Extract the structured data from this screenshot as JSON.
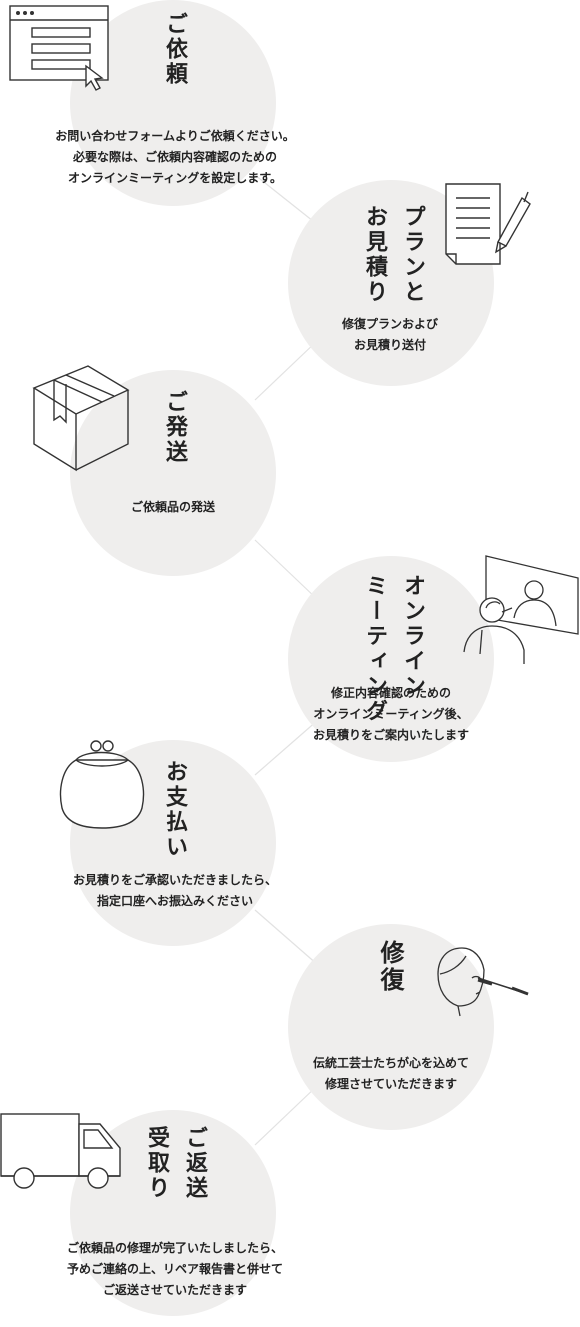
{
  "steps": [
    {
      "id": "request",
      "title": "ご依頼",
      "desc_lines": [
        "お問い合わせフォームよりご依頼ください。",
        "必要な際は、ご依頼内容確認のための",
        "オンラインミーティングを設定します。"
      ],
      "icon": "browser-form-icon"
    },
    {
      "id": "plan",
      "title_col1": "プランと",
      "title_col2": "お見積り",
      "desc_lines": [
        "修復プランおよび",
        "お見積り送付"
      ],
      "icon": "document-pen-icon"
    },
    {
      "id": "ship",
      "title": "ご発送",
      "desc_lines": [
        "ご依頼品の発送"
      ],
      "icon": "box-icon"
    },
    {
      "id": "meeting",
      "title_col1": "オンライン",
      "title_col2": "ミーティング",
      "desc_lines": [
        "修正内容確認のための",
        "オンラインミーティング後、",
        "お見積りをご案内いたします"
      ],
      "icon": "online-meeting-icon"
    },
    {
      "id": "payment",
      "title": "お支払い",
      "desc_lines": [
        "お見積りをご承認いただきましたら、",
        "指定口座へお振込みください"
      ],
      "icon": "coin-purse-icon"
    },
    {
      "id": "repair",
      "title": "修復",
      "desc_lines": [
        "伝統工芸士たちが心を込めて",
        "修理させていただきます"
      ],
      "icon": "doll-face-brush-icon"
    },
    {
      "id": "return",
      "title_col1": "ご返送",
      "title_col2": "受取り",
      "desc_lines": [
        "ご依頼品の修理が完了いたしましたら、",
        "予めご連絡の上、リペア報告書と併せて",
        "ご返送させていただきます"
      ],
      "icon": "truck-icon"
    }
  ],
  "colors": {
    "circle_fill": "#efeeed",
    "connector": "#e2e2e2",
    "text": "#222222",
    "icon_stroke": "#333333"
  }
}
